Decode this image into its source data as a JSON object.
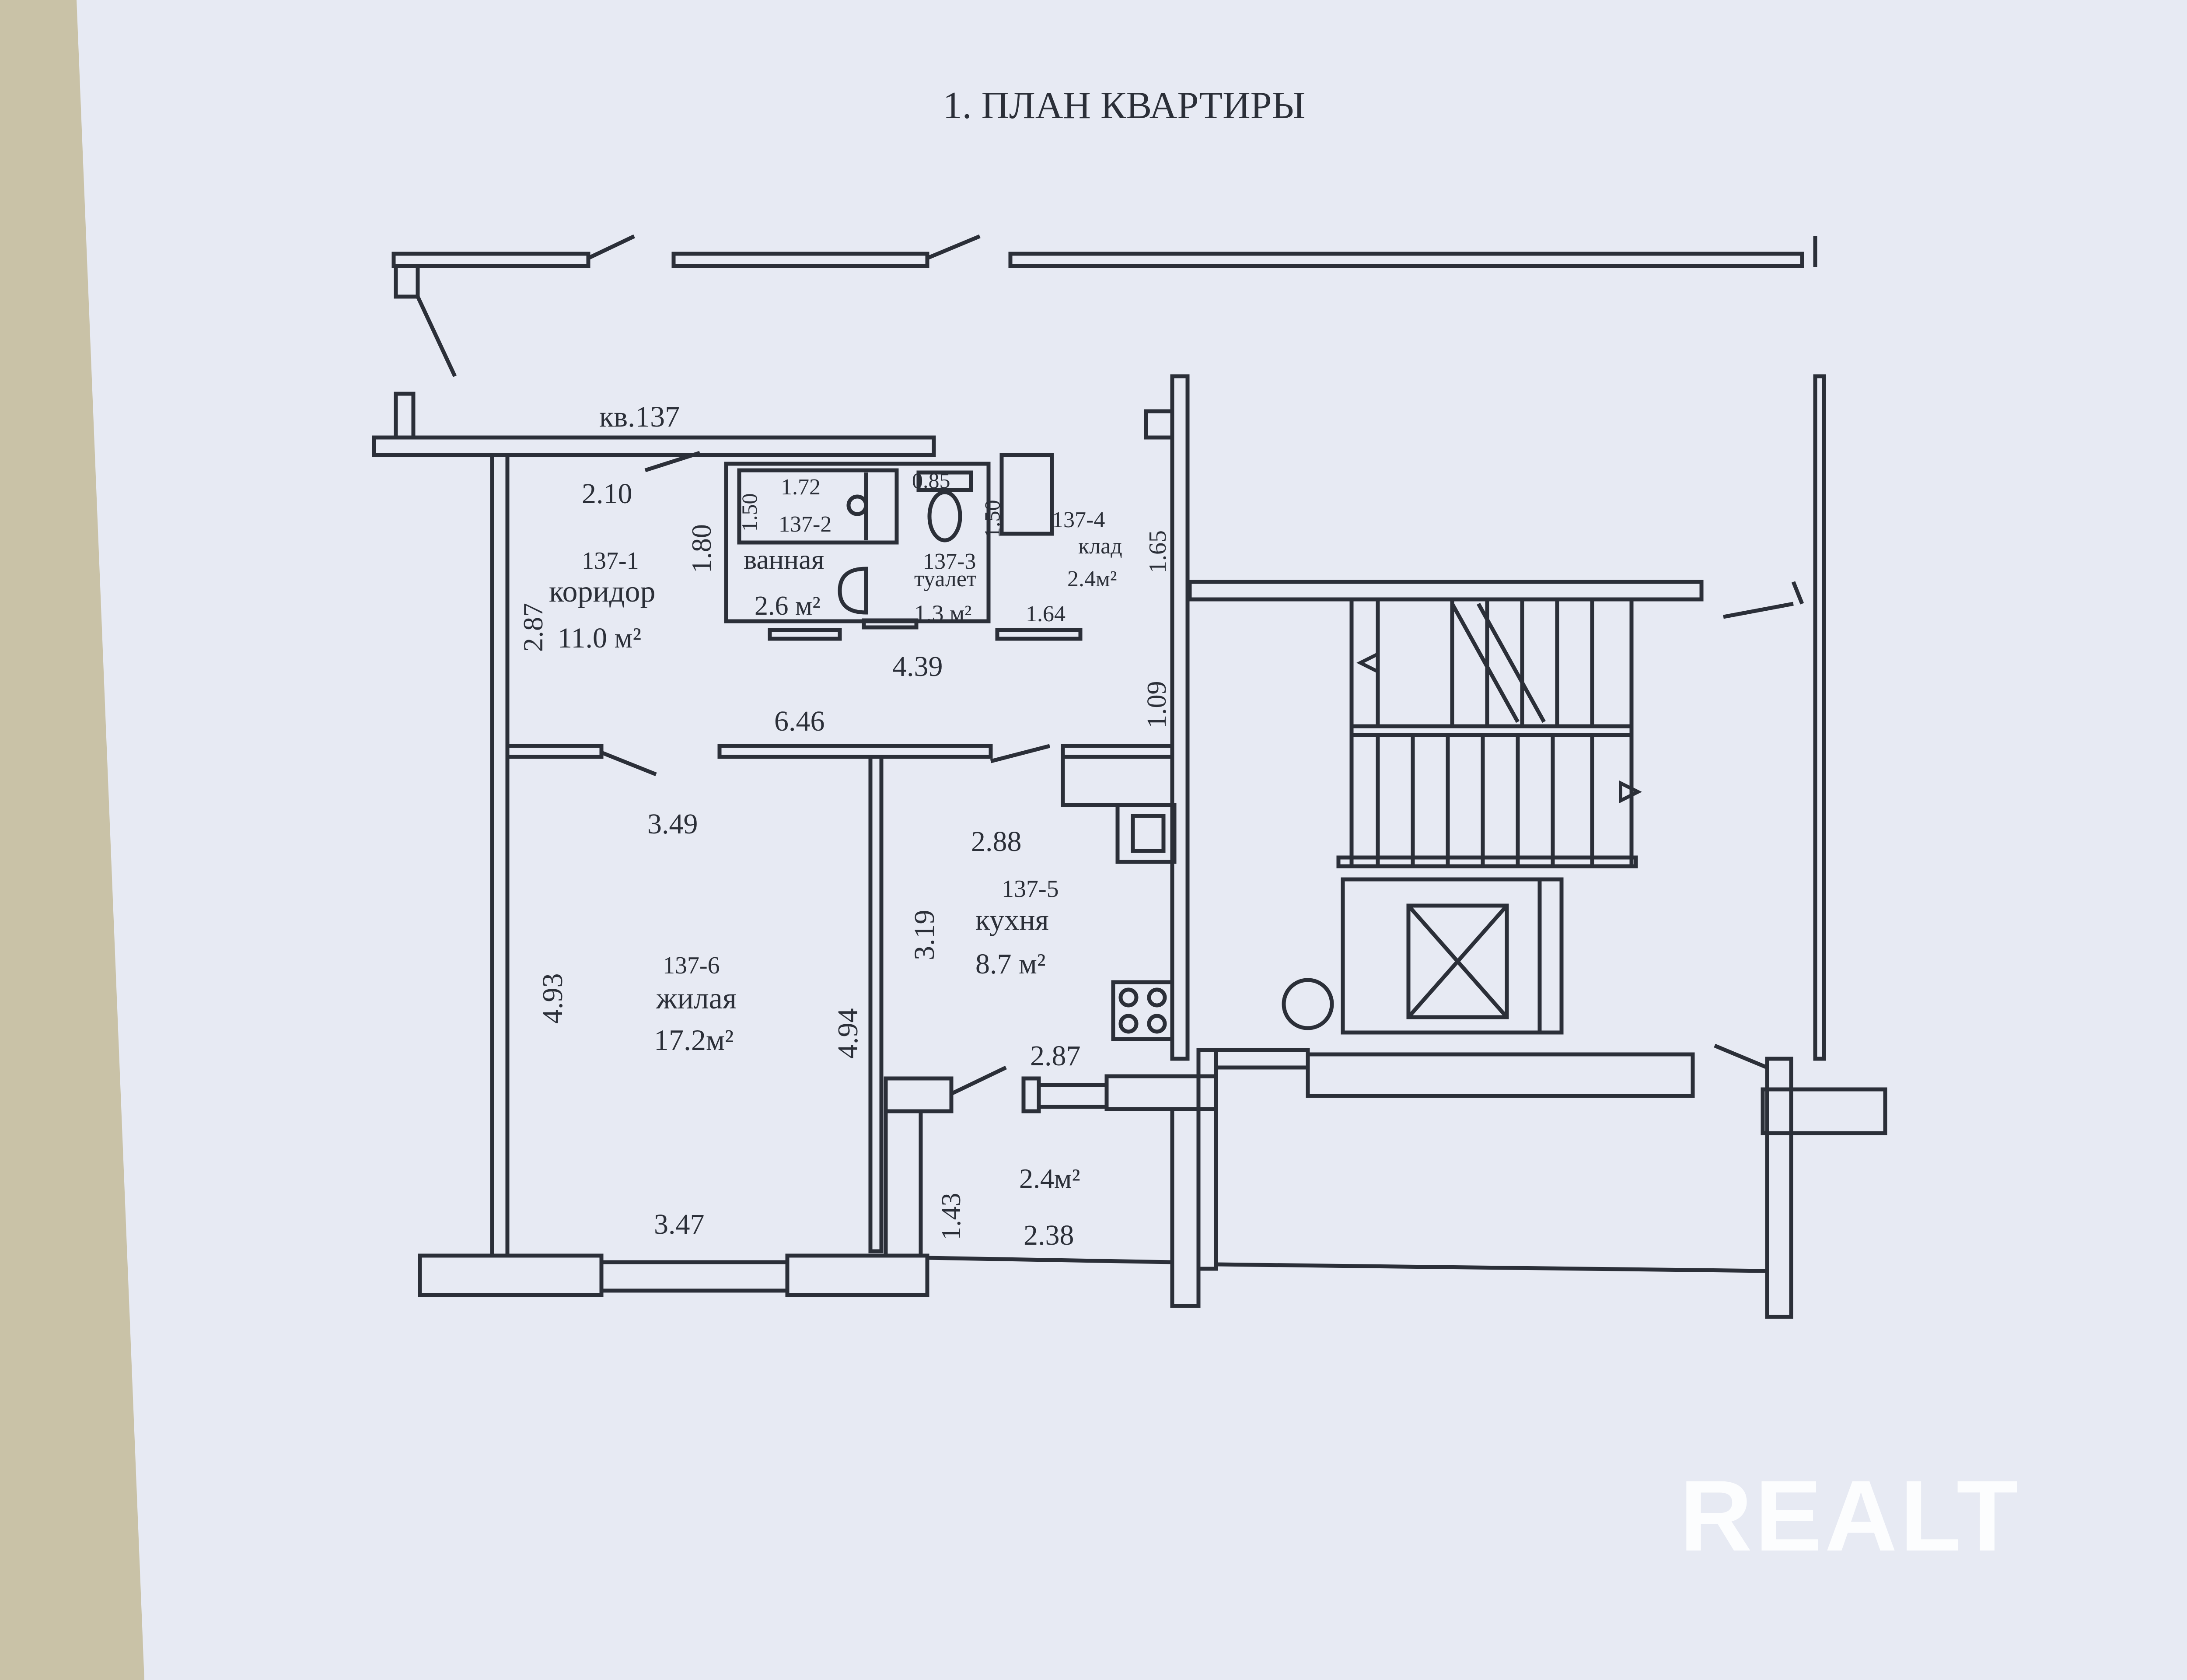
{
  "title": "1. ПЛАН КВАРТИРЫ",
  "apartment": "кв.137",
  "rooms": [
    {
      "id": "137-1",
      "name": "коридор",
      "area": "11.0 м²"
    },
    {
      "id": "137-2",
      "name": "ванная",
      "area": "2.6 м²"
    },
    {
      "id": "137-3",
      "name": "туалет",
      "area": "1.3 м²"
    },
    {
      "id": "137-4",
      "name": "клад",
      "area": "2.4м²"
    },
    {
      "id": "137-5",
      "name": "кухня",
      "area": "8.7 м²"
    },
    {
      "id": "137-6",
      "name": "жилая",
      "area": "17.2м²"
    }
  ],
  "balcony_area": "2.4м²",
  "dimensions": {
    "corridor_width": "2.10",
    "corridor_height": "2.87",
    "bath_height": "1.80",
    "bath_inner_width": "1.72",
    "bath_inner_height": "1.50",
    "toilet_width": "0.85",
    "toilet_height": "1.50",
    "storage_width": "1.64",
    "storage_height": "1.65",
    "hall_length": "4.39",
    "hall_gap": "1.09",
    "hall_full": "6.46",
    "living_top": "3.49",
    "living_left": "4.93",
    "living_right": "4.94",
    "living_bottom": "3.47",
    "kitchen_top": "2.88",
    "kitchen_left": "3.19",
    "kitchen_bottom": "2.87",
    "balcony_side": "1.43",
    "balcony_bottom": "2.38"
  },
  "watermark": "REALT",
  "colors": {
    "paper": "#e9ecf5",
    "line": "#2b2f38",
    "background": "#c9c2a7"
  }
}
